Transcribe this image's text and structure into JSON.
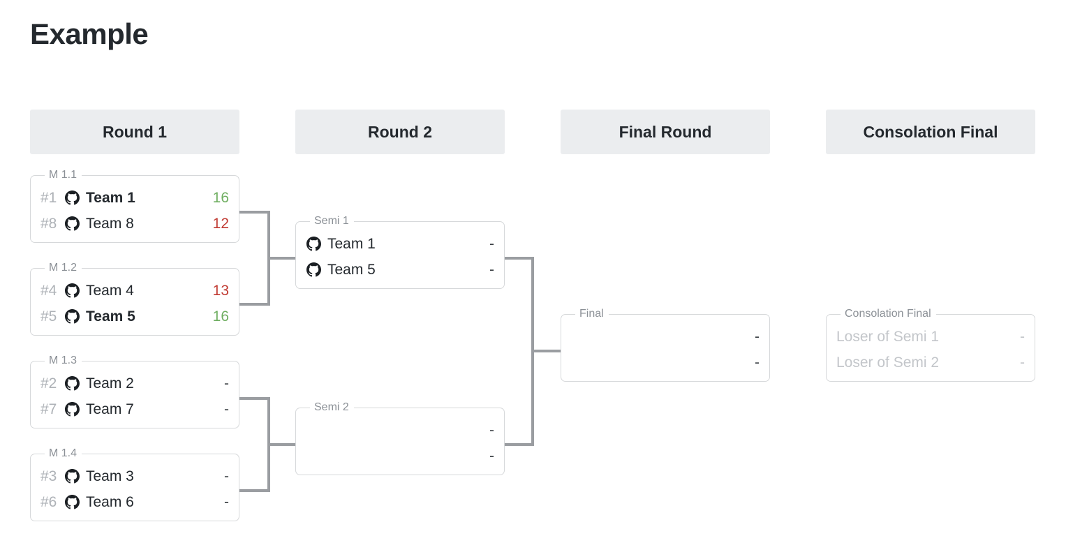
{
  "page": {
    "title": "Example",
    "background_color": "#ffffff"
  },
  "colors": {
    "header_background": "#ebedef",
    "text": "#24292e",
    "muted": "#8b9096",
    "placeholder": "#c3c6ca",
    "win_score": "#6fae61",
    "lose_score": "#c13b33",
    "connector": "#9a9da1",
    "box_border": "#d6d8da"
  },
  "rounds": [
    {
      "label": "Round 1"
    },
    {
      "label": "Round 2"
    },
    {
      "label": "Final Round"
    },
    {
      "label": "Consolation Final"
    }
  ],
  "matches": {
    "m11": {
      "legend": "M 1.1",
      "rows": [
        {
          "seed": "#1",
          "icon": "github-icon",
          "team": "Team 1",
          "score": "16",
          "state": "win"
        },
        {
          "seed": "#8",
          "icon": "github-icon",
          "team": "Team 8",
          "score": "12",
          "state": "lose"
        }
      ]
    },
    "m12": {
      "legend": "M 1.2",
      "rows": [
        {
          "seed": "#4",
          "icon": "github-icon",
          "team": "Team 4",
          "score": "13",
          "state": "lose"
        },
        {
          "seed": "#5",
          "icon": "github-icon",
          "team": "Team 5",
          "score": "16",
          "state": "win"
        }
      ]
    },
    "m13": {
      "legend": "M 1.3",
      "rows": [
        {
          "seed": "#2",
          "icon": "github-icon",
          "team": "Team 2",
          "score": "-",
          "state": "pending"
        },
        {
          "seed": "#7",
          "icon": "github-icon",
          "team": "Team 7",
          "score": "-",
          "state": "pending"
        }
      ]
    },
    "m14": {
      "legend": "M 1.4",
      "rows": [
        {
          "seed": "#3",
          "icon": "github-icon",
          "team": "Team 3",
          "score": "-",
          "state": "pending"
        },
        {
          "seed": "#6",
          "icon": "github-icon",
          "team": "Team 6",
          "score": "-",
          "state": "pending"
        }
      ]
    },
    "semi1": {
      "legend": "Semi 1",
      "rows": [
        {
          "seed": "",
          "icon": "github-icon",
          "team": "Team 1",
          "score": "-",
          "state": "pending"
        },
        {
          "seed": "",
          "icon": "github-icon",
          "team": "Team 5",
          "score": "-",
          "state": "pending"
        }
      ]
    },
    "semi2": {
      "legend": "Semi 2",
      "rows": [
        {
          "seed": "",
          "icon": "",
          "team": "",
          "score": "-",
          "state": "pending"
        },
        {
          "seed": "",
          "icon": "",
          "team": "",
          "score": "-",
          "state": "pending"
        }
      ]
    },
    "final": {
      "legend": "Final",
      "rows": [
        {
          "seed": "",
          "icon": "",
          "team": "",
          "score": "-",
          "state": "pending"
        },
        {
          "seed": "",
          "icon": "",
          "team": "",
          "score": "-",
          "state": "pending"
        }
      ]
    },
    "consolation": {
      "legend": "Consolation Final",
      "rows": [
        {
          "seed": "",
          "icon": "",
          "team": "Loser of Semi 1",
          "score": "-",
          "state": "placeholder"
        },
        {
          "seed": "",
          "icon": "",
          "team": "Loser of Semi 2",
          "score": "-",
          "state": "placeholder"
        }
      ]
    }
  }
}
